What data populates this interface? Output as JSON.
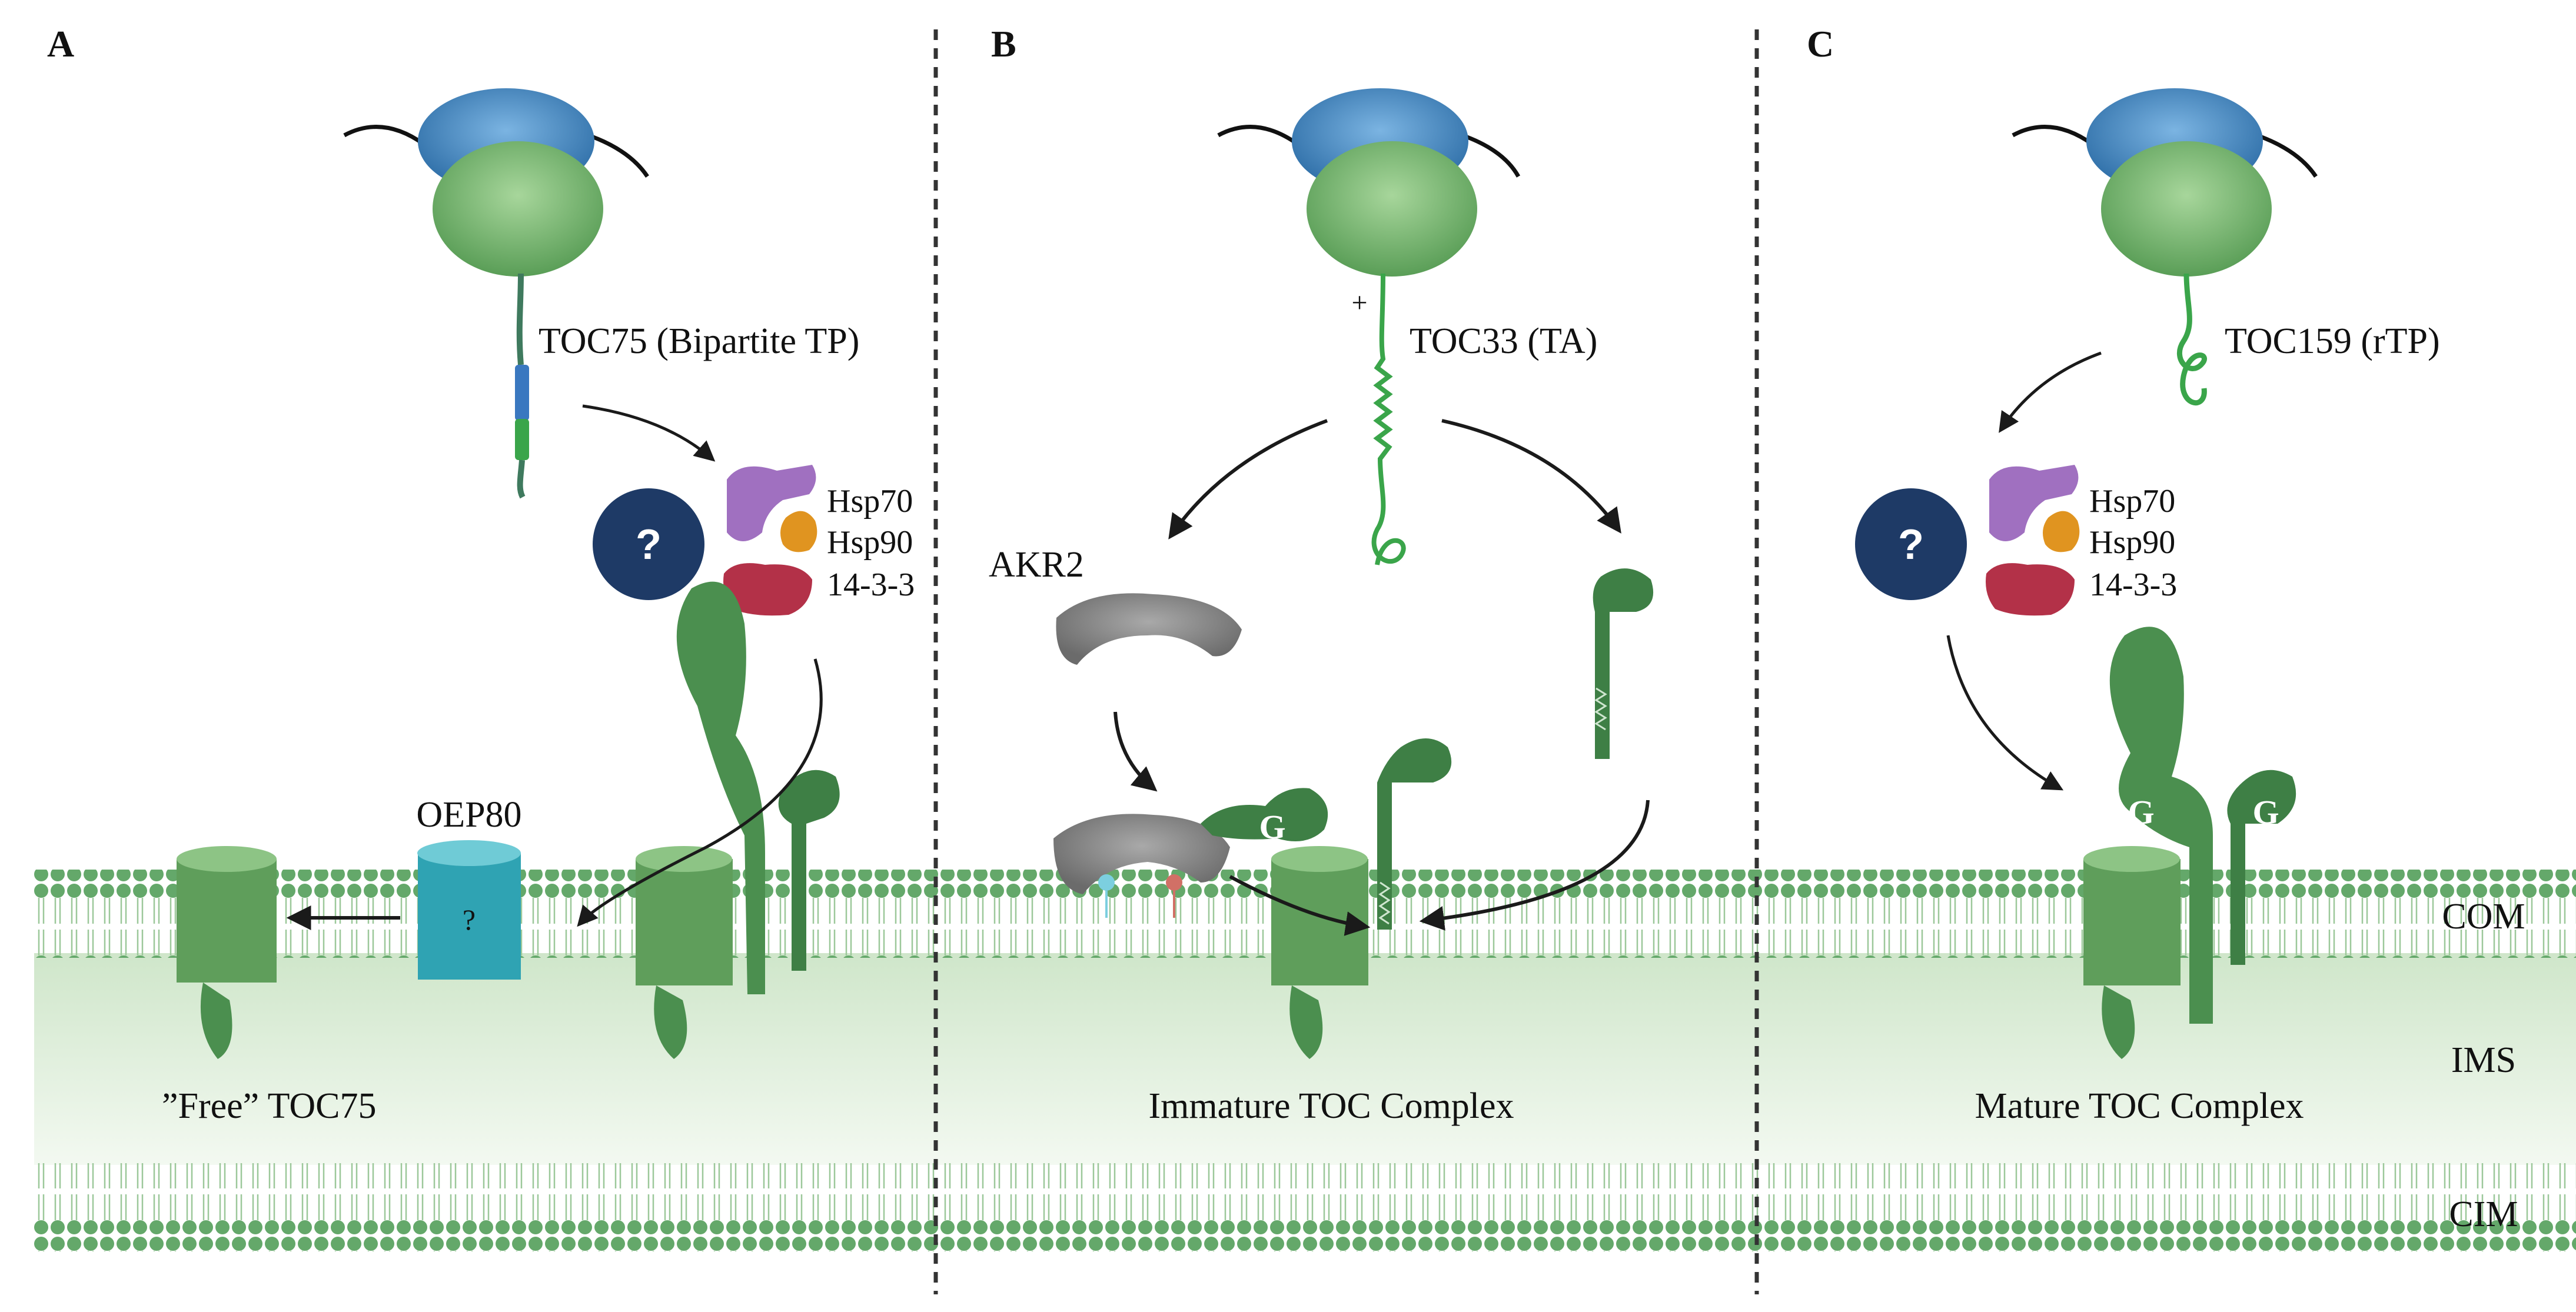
{
  "panels": {
    "a": {
      "letter": "A",
      "tp_label": "TOC75 (Bipartite TP)",
      "bottom_label": "”Free” TOC75",
      "oep_label": "OEP80",
      "chap1": "Hsp70",
      "chap2": "Hsp90",
      "chap3": "14-3-3",
      "unknown": "?",
      "oep_unknown": "?"
    },
    "b": {
      "letter": "B",
      "tp_label": "TOC33 (TA)",
      "plus": "+",
      "akr_label": "AKR2",
      "g_label": "G",
      "bottom_label": "Immature TOC Complex"
    },
    "c": {
      "letter": "C",
      "tp_label": "TOC159 (rTP)",
      "chap1": "Hsp70",
      "chap2": "Hsp90",
      "chap3": "14-3-3",
      "unknown": "?",
      "g1": "G",
      "g2": "G",
      "bottom_label": "Mature TOC Complex"
    }
  },
  "membranes": {
    "outer": "COM",
    "space": "IMS",
    "inner": "CIM"
  },
  "colors": {
    "ribosome_small": "#4f90c8",
    "ribosome_large": "#7dbb72",
    "toc_green": "#4b8f4f",
    "toc_light": "#7ebc76",
    "lipid_head": "#64a86a",
    "ims_fill": "#d9ecd5",
    "hsp70": "#a070c0",
    "hsp90": "#e09420",
    "p1433": "#b33148",
    "unknown": "#1e3a66",
    "oep80": "#2fa3b3",
    "akr2": "#808080",
    "arrow": "#1a1a1a"
  }
}
